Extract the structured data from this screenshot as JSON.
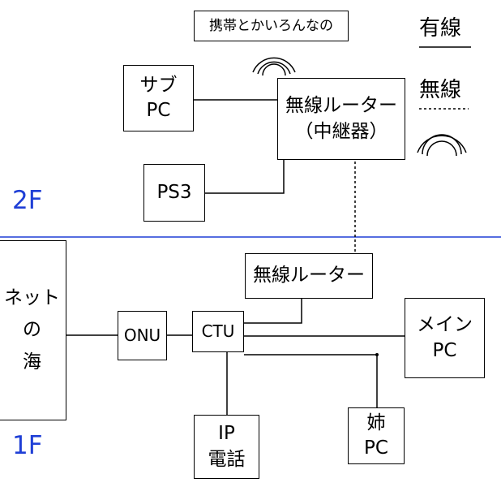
{
  "legend": {
    "wired_label": "有線",
    "wireless_label": "無線",
    "wireless_icon": "wifi-arcs"
  },
  "floors": {
    "upper": "2F",
    "lower": "1F"
  },
  "nodes": {
    "phones": "携帯とかいろんなの",
    "sub_pc": "サブ\nPC",
    "router_upper": "無線ルーター\n（中継器）",
    "ps3": "PS3",
    "router_lower": "無線ルーター",
    "internet": "ネット\nの\n海",
    "onu": "ONU",
    "ctu": "CTU",
    "main_pc": "メイン\nPC",
    "sister_pc": "姉\nPC",
    "ip_phone": "IP\n電話"
  },
  "colors": {
    "floor_divider": "#1f3fd6",
    "floor_label": "#1f3fd6"
  }
}
